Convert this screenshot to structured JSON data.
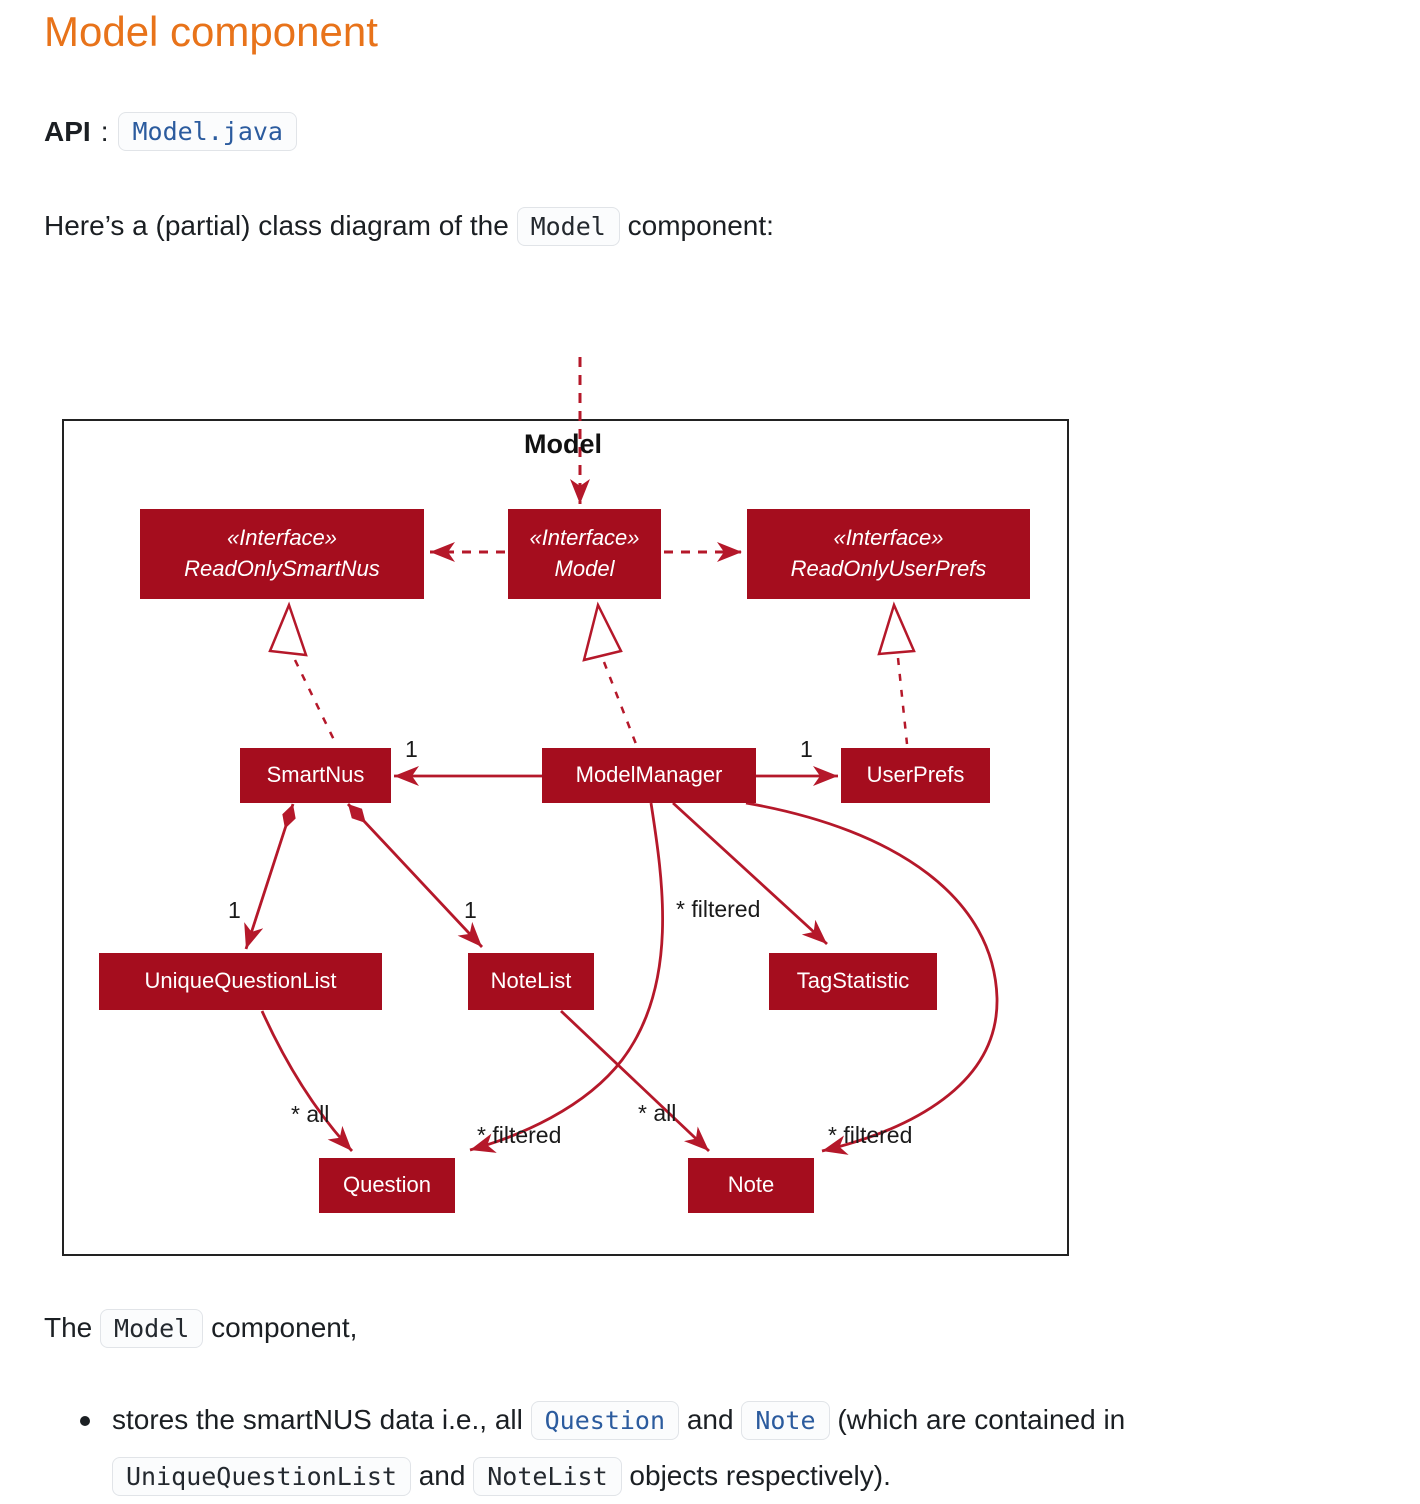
{
  "heading": "Model component",
  "api": {
    "label": "API",
    "separator": ":",
    "link": "Model.java"
  },
  "intro": {
    "before": "Here’s a (partial) class diagram of the",
    "code": "Model",
    "after": "component:"
  },
  "outro": {
    "before": "The",
    "code": "Model",
    "after": "component,"
  },
  "bullet": {
    "part1": "stores the smartNUS data i.e., all",
    "code1": "Question",
    "part2": "and",
    "code2": "Note",
    "part3": "(which are contained in",
    "code3": "UniqueQuestionList",
    "part4": "and",
    "code4": "NoteList",
    "part5": "objects respectively)."
  },
  "diagram": {
    "title": "Model",
    "stereotype": "«Interface»",
    "interfaces": [
      "ReadOnlySmartNus",
      "Model",
      "ReadOnlyUserPrefs"
    ],
    "classes": {
      "smartnus": "SmartNus",
      "modelmanager": "ModelManager",
      "userprefs": "UserPrefs",
      "uniquequestionlist": "UniqueQuestionList",
      "notelist": "NoteList",
      "tagstatistic": "TagStatistic",
      "question": "Question",
      "note": "Note"
    },
    "labels": {
      "one_smartnus": "1",
      "one_userprefs": "1",
      "one_uql": "1",
      "one_notelist": "1",
      "filtered_tagstatistic": "* filtered",
      "all_question": "* all",
      "filtered_question": "* filtered",
      "all_note": "* all",
      "filtered_note": "* filtered"
    }
  },
  "colors": {
    "heading": "#e8731a",
    "box_fill": "#a50d1e",
    "arrow": "#b5182a",
    "link": "#2b5b9e",
    "frame_border": "#222222"
  }
}
